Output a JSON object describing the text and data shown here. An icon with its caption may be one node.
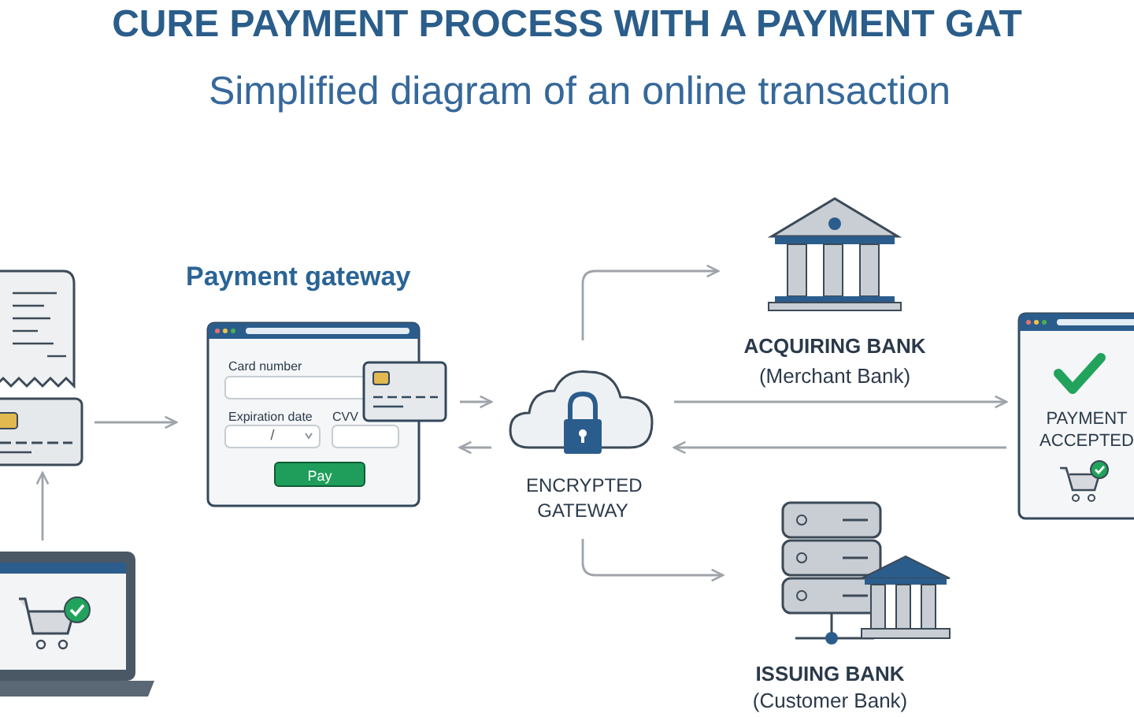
{
  "diagram": {
    "title": "CURE PAYMENT PROCESS WITH A PAYMENT GAT",
    "caption": "Simplified diagram of an online transaction",
    "nodes": [
      {
        "text": [],
        "shape": "picture"
      },
      {
        "text": [],
        "shape": "picture"
      },
      {
        "text": [
          "Payment gateway",
          "Card number",
          "Expiration date",
          "/",
          "CVV",
          "Pay"
        ]
      },
      {
        "text": [
          "ENCRYPTED GATEWAY"
        ]
      },
      {
        "text": [
          "ACQUIRING BANK",
          "(Merchant Bank)"
        ]
      },
      {
        "text": [
          "ISSUING BANK",
          "(Customer Bank)"
        ]
      },
      {
        "text": [
          "PAYMENT ACCEPTED"
        ]
      }
    ],
    "edges": [
      {
        "from": 1,
        "to": 0,
        "arrow": "to"
      },
      {
        "from": 0,
        "to": 2,
        "arrow": "to"
      },
      {
        "from": 2,
        "to": 3,
        "arrow": "to"
      },
      {
        "from": 3,
        "to": 2,
        "arrow": "to"
      },
      {
        "from": 3,
        "to": 4,
        "arrow": "to"
      },
      {
        "from": 3,
        "to": 5,
        "arrow": "to"
      },
      {
        "from": 3,
        "to": 6,
        "arrow": "to"
      },
      {
        "from": 6,
        "to": 3,
        "arrow": "to"
      }
    ]
  }
}
